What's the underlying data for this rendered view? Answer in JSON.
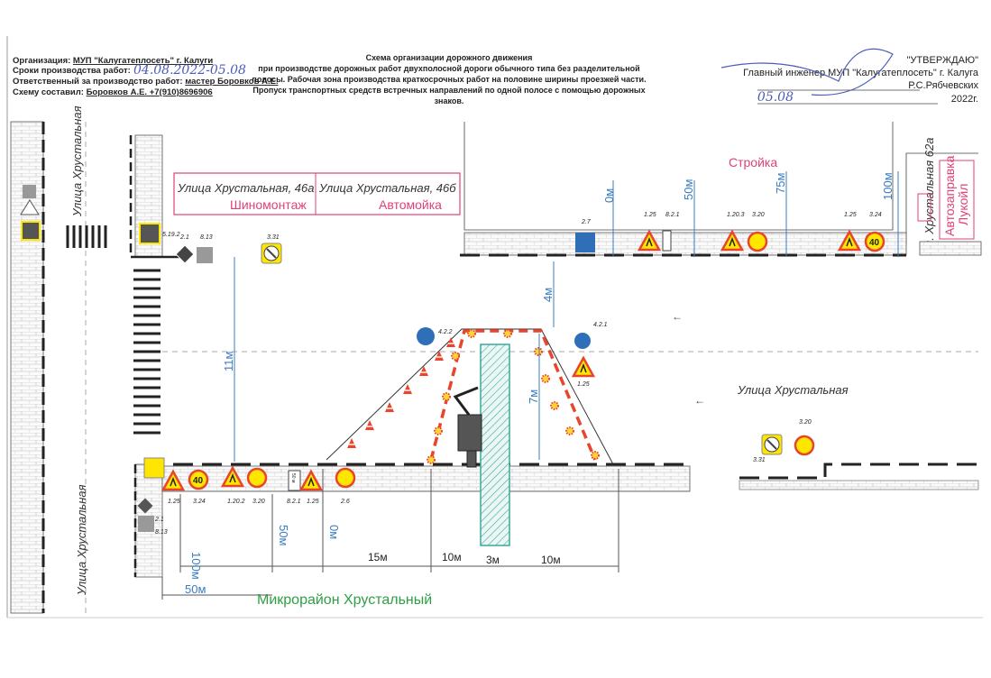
{
  "header": {
    "org_label": "Организация:",
    "org_value": "МУП \"Калугатеплосеть\" г. Калуги",
    "period_label": "Сроки производства работ:",
    "period_value": "04.08.2022-05.08",
    "responsible_label": "Ответственный за производство работ:",
    "responsible_value": "мастер Боровков А.Е.",
    "author_label": "Схему составил:",
    "author_value": "Боровков А.Е. +7(910)8696906"
  },
  "title": {
    "line1": "Схема организации дорожного движения",
    "line2": "при производстве дорожных работ двухполосной дороги обычного типа без разделительной",
    "line3": "полосы. Рабочая зона производства краткосрочных работ на половине ширины проезжей части.",
    "line4": "Пропуск транспортных средств встречных направлений по одной полосе с помощью дорожных",
    "line5": "знаков."
  },
  "approval": {
    "stamp": "\"УТВЕРЖДАЮ\"",
    "position": "Главный инженер МУП \"Калугатеплосеть\" г. Калуга",
    "name": "Р.С.Рябчевских",
    "date_hand": "05.08",
    "year": "2022г."
  },
  "map": {
    "street_left_top": "Улица Хрустальная",
    "street_left_bottom": "Улица Хрустальная",
    "street_right": "Улица Хрустальная",
    "building1_address": "Улица Хрустальная, 46а",
    "building1_name": "Шиномонтаж",
    "building2_address": "Улица Хрустальная, 46б",
    "building2_name": "Автомойка",
    "construction": "Стройка",
    "street_62a": "Ул. Хрустальная 62а",
    "gas_station_line1": "Автозаправка",
    "gas_station_line2": "Лукойл",
    "district": "Микрорайон Хрустальный"
  },
  "distances": {
    "top": [
      "0м",
      "50м",
      "75м",
      "100м"
    ],
    "gap_top": "4м",
    "road_width": "11м",
    "zone_depth": "7м",
    "bottom_markers": [
      "100м",
      "50м",
      "0м"
    ],
    "bottom_segments": [
      "15м",
      "10м",
      "3м",
      "10м"
    ],
    "bottom_left": "50м"
  },
  "signs": {
    "top": [
      "2.7",
      "1.25",
      "8.2.1",
      "1.20.3",
      "3.20",
      "1.25",
      "3.24"
    ],
    "zone": [
      "4.2.2",
      "4.2.1",
      "1.25"
    ],
    "bottom": [
      "1.25",
      "3.24",
      "1.20.2",
      "3.20",
      "8.2.1",
      "1.25",
      "2.6"
    ],
    "right": [
      "3.31",
      "3.20"
    ],
    "top_left": [
      "3.31",
      "5.19.2",
      "2.1",
      "8.13"
    ],
    "bottom_left": [
      "2.1",
      "8.13"
    ],
    "speed_limit": "40",
    "plate_distance": "50 м"
  },
  "colors": {
    "pink": "#e0407a",
    "blue": "#3a7cc0",
    "red": "#e8452c",
    "yellow": "#ffe600",
    "green": "#2ea043",
    "teal": "#3aa99a"
  }
}
